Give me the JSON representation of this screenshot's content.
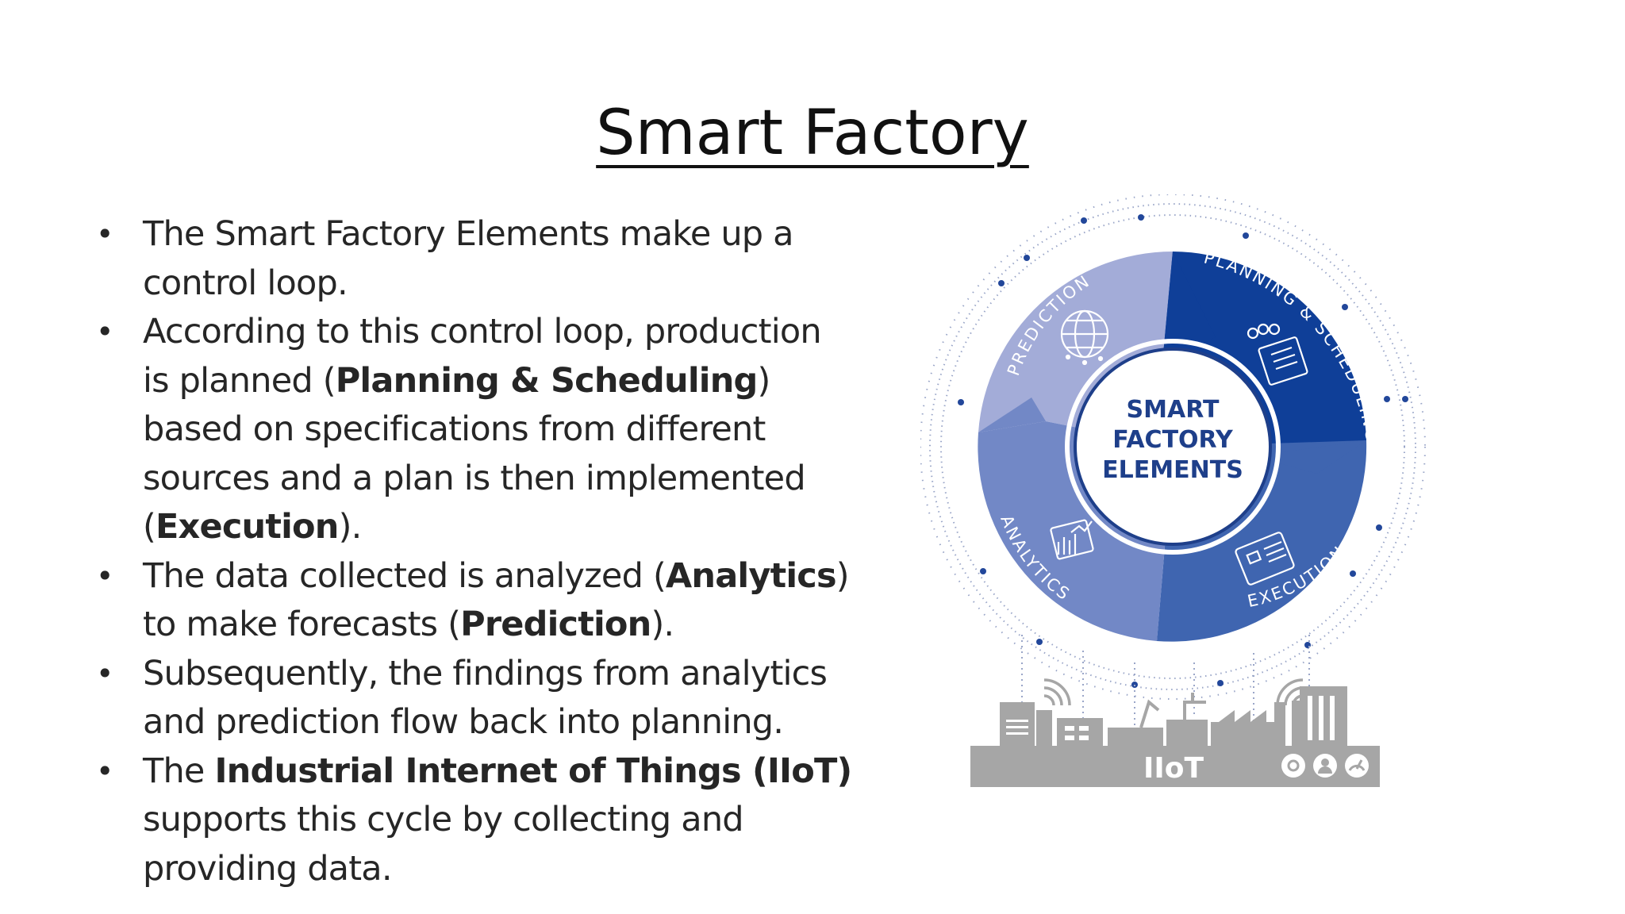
{
  "slide": {
    "title": "Smart Factory"
  },
  "bullets": [
    {
      "parts": [
        {
          "text": "The Smart Factory Elements make up a",
          "bold": false
        },
        {
          "text": "control loop.",
          "bold": false
        }
      ]
    },
    {
      "parts": [
        {
          "text": " According to this control loop, production is planned (",
          "bold": false
        },
        {
          "text": "Planning & Scheduling",
          "bold": true
        },
        {
          "text": ") based on specifications from different sources and a plan is then implemented (",
          "bold": false
        },
        {
          "text": "Execution",
          "bold": true
        },
        {
          "text": ").",
          "bold": false
        }
      ]
    },
    {
      "parts": [
        {
          "text": " The data collected is analyzed (",
          "bold": false
        },
        {
          "text": "Analytics",
          "bold": true
        },
        {
          "text": ") to make forecasts (",
          "bold": false
        },
        {
          "text": "Prediction",
          "bold": true
        },
        {
          "text": ").",
          "bold": false
        }
      ]
    },
    {
      "parts": [
        {
          "text": "Subsequently, the findings from analytics and prediction flow back into planning.",
          "bold": false
        }
      ]
    },
    {
      "parts": [
        {
          "text": "The ",
          "bold": false
        },
        {
          "text": "Industrial Internet of Things (IIoT)",
          "bold": true
        },
        {
          "text": " supports this cycle by collecting and providing data.",
          "bold": false
        }
      ]
    }
  ],
  "diagram": {
    "center_lines": [
      "SMART",
      "FACTORY",
      "ELEMENTS"
    ],
    "segments": {
      "prediction": "PREDICTION",
      "planning": "PLANNING & SCHEDULING",
      "execution": "EXECUTION",
      "analytics": "ANALYTICS"
    },
    "iiot_label": "IIoT",
    "colors": {
      "prediction": "#a3acd8",
      "planning": "#0f3f98",
      "execution": "#3f65b0",
      "analytics": "#7288c6",
      "center_text": "#1e3f8a",
      "factory_gray": "#a6a6a6"
    },
    "icons": [
      "globe-network-icon",
      "schedule-screen-icon",
      "execution-tablet-icon",
      "analytics-chart-icon",
      "wifi-icon",
      "settings-icon",
      "user-icon",
      "gauge-icon"
    ]
  }
}
